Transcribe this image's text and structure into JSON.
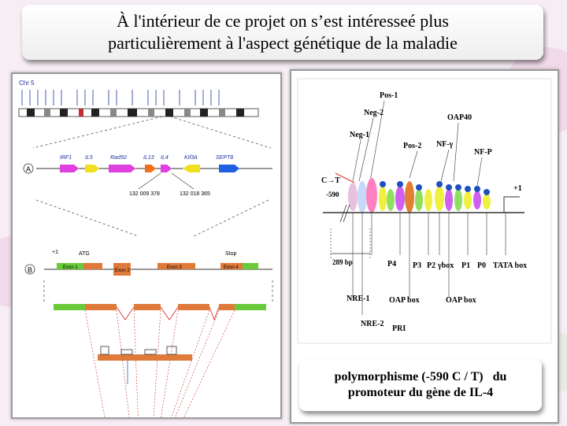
{
  "title": {
    "line1": "À l'intérieur de ce projet on s’est intéresseé plus",
    "line2": "particulièrement à l'aspect génétique de la maladie"
  },
  "left_figure": {
    "chr_label": "Chr 5",
    "panel_a": "A",
    "panel_b": "B",
    "genes": [
      "IRF1",
      "IL5",
      "Rad50",
      "IL13",
      "IL4",
      "Kif3A",
      "SEPT8"
    ],
    "coord1": "132 009 378",
    "coord2": "132 018 365",
    "plus1": "+1",
    "atg": "ATG",
    "stop": "Stop",
    "exons": [
      "Exon 1",
      "Exon 2",
      "Exon 3",
      "Exon 4"
    ],
    "colors": {
      "pink": "#e040e0",
      "yellow": "#f0e020",
      "orange": "#f07020",
      "blue": "#2060e0",
      "exon_green": "#6acb3a",
      "exon_orange": "#e07a3a"
    }
  },
  "right_figure": {
    "labels": {
      "pos1": "Pos-1",
      "neg2": "Neg-2",
      "oap40": "OAP40",
      "neg1": "Neg-1",
      "pos2": "Pos-2",
      "nfy": "NF-γ",
      "nfp": "NF-P",
      "ct": "C→T",
      "m590": "-590",
      "plus1": "+1",
      "bp": "289 bp",
      "p4": "P4",
      "p3": "P3",
      "p2": "P2",
      "ybox": "γbox",
      "p1": "P1",
      "p0": "P0",
      "tata": "TATA box",
      "nre1": "NRE-1",
      "oapbox1": "OAP box",
      "oapbox2": "OAP box",
      "nre2": "NRE-2",
      "pri": "PRI"
    }
  },
  "caption": {
    "line1": "polymorphisme (-590 C / T)   du",
    "line2": "promoteur du gène de IL-4"
  }
}
